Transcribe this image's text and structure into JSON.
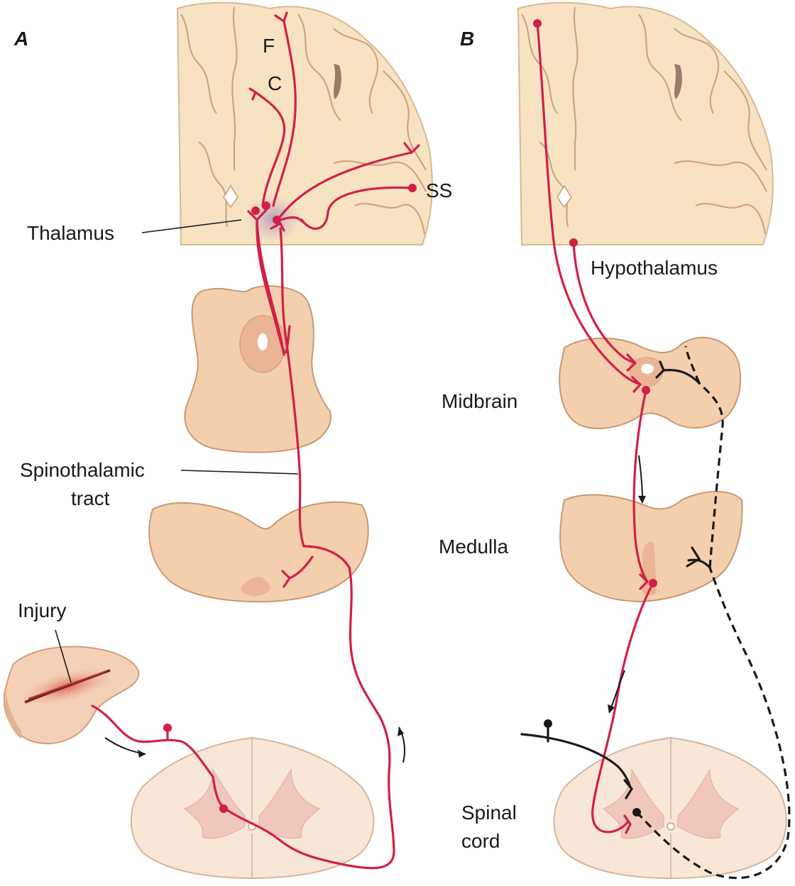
{
  "figure": {
    "panel_a": {
      "label": "A",
      "labels": {
        "f": "F",
        "c": "C",
        "ss": "SS",
        "thalamus": "Thalamus",
        "spinothalamic_line1": "Spinothalamic",
        "spinothalamic_line2": "tract",
        "injury": "Injury"
      }
    },
    "panel_b": {
      "label": "B",
      "labels": {
        "hypothalamus": "Hypothalamus",
        "midbrain": "Midbrain",
        "medulla": "Medulla",
        "spinal_line1": "Spinal",
        "spinal_line2": "cord"
      }
    },
    "colors": {
      "neuron_red": "#d21f47",
      "tissue": "#f3cfae",
      "brain": "#f7e3c2",
      "descending_black": "#1a1a1a"
    }
  }
}
